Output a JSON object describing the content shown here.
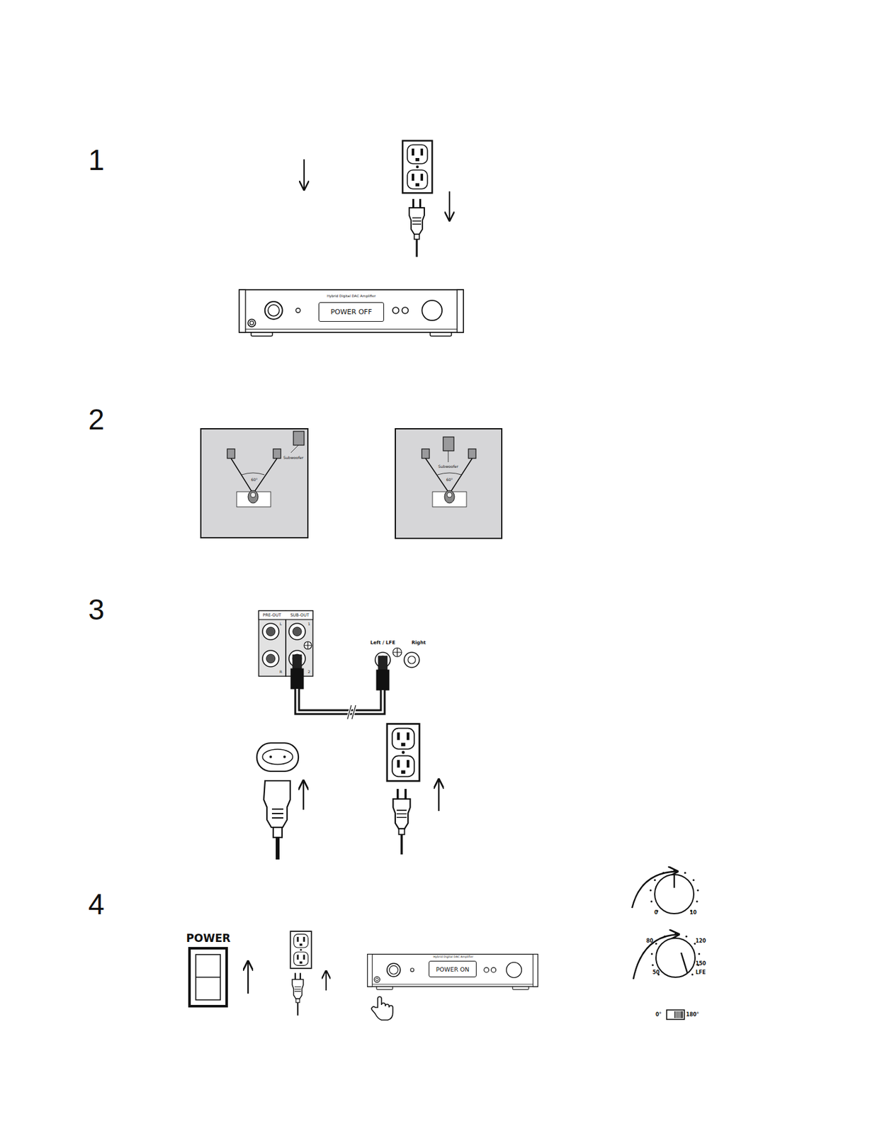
{
  "diagram": {
    "nodes": [
      {
        "text": [
          "POWER OFF"
        ]
      },
      {
        "text": [
          "POWER ON"
        ]
      }
    ],
    "labels": [
      "1",
      "2",
      "3",
      "4",
      "Hybrid Digital DAC Amplifier",
      "Subwoofer",
      "60°",
      "Subwoofer",
      "60°",
      "PRE-OUT",
      "SUB-OUT",
      "L",
      "R",
      "1",
      "2",
      "Left / LFE",
      "Right",
      "POWER",
      "Hybrid Digital DAC Amplifier",
      "0",
      "10",
      "80",
      "120",
      "150",
      "50",
      "LFE",
      "0°",
      "180°"
    ]
  }
}
